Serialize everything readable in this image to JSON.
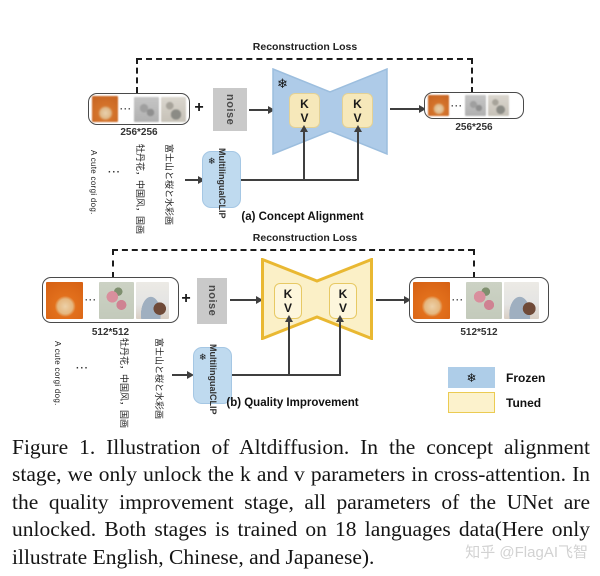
{
  "stage_a": {
    "reconstruction_label": "Reconstruction Loss",
    "input_size": "256*256",
    "output_size": "256*256",
    "plus": "+",
    "noise_label": "noise",
    "clip_line1": "Multilingual",
    "clip_line2": "CLIP",
    "k": "K",
    "v": "V",
    "image_dots": "···",
    "prompt_en": "A cute corgi dog.",
    "prompt_dots": "···",
    "prompt_zh": "牡丹花，中国风，国画",
    "prompt_ja": "富士山と桜と水彩画",
    "stage_label": "(a) Concept Alignment"
  },
  "stage_b": {
    "reconstruction_label": "Reconstruction Loss",
    "input_size": "512*512",
    "output_size": "512*512",
    "plus": "+",
    "noise_label": "noise",
    "clip_line1": "Multilingual",
    "clip_line2": "CLIP",
    "k": "K",
    "v": "V",
    "image_dots": "···",
    "prompt_en": "A cute corgi dog.",
    "prompt_dots": "···",
    "prompt_zh": "牡丹花，中国风，国画",
    "prompt_ja": "富士山と桜と水彩画",
    "stage_label": "(b) Quality Improvement"
  },
  "legend": {
    "frozen_label": "Frozen",
    "tuned_label": "Tuned"
  },
  "icons": {
    "snowflake": "❄"
  },
  "colors": {
    "unet_frozen_fill": "#AECBE8",
    "unet_tuned_fill": "#FBF0C7",
    "unet_tuned_border": "#E9B832",
    "kv_frozen_fill": "#F6E8BA",
    "kv_tuned_fill": "#FDF6DC",
    "clip_fill": "#BFDAEF",
    "noise_fill": "#C9C9C9",
    "legend_frozen_fill": "#AECDE8",
    "legend_tuned_fill": "#FCF2CC",
    "legend_tuned_border": "#EBCB52"
  },
  "caption": "Figure 1.  Illustration of Altdiffusion.  In the concept alignment stage, we only unlock the k and v parameters in cross-attention. In the quality improvement stage, all parameters of the UNet are unlocked.  Both stages is trained on 18 languages data(Here only illustrate English, Chinese, and Japanese).",
  "watermark": "知乎 @FlagAI飞智"
}
